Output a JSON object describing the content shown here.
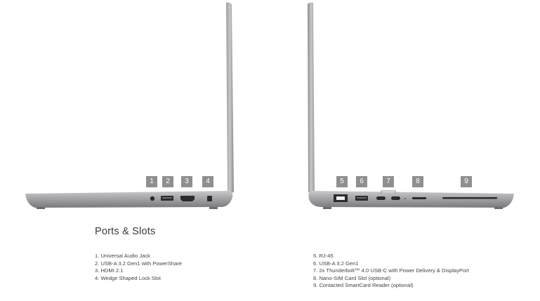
{
  "section_title": "Ports & Slots",
  "left_badges": [
    "1",
    "2",
    "3",
    "4"
  ],
  "right_badges": [
    "5",
    "6",
    "7",
    "8",
    "9"
  ],
  "left_list": [
    "1. Universal Audio Jack",
    "2. USB-A 3.2 Gen1 with PowerShare",
    "3. HDMI 2.1",
    "4. Wedge Shaped Lock Slot"
  ],
  "right_list": [
    "5. RJ-45",
    "6. USB-A 3.2 Gen1",
    "7. 2x Thunderbolt™ 4.0 USB-C with Power Delivery & DisplayPort",
    "8. Nano-SIM Card Slot (optional)",
    "9. Contacted SmartCard Reader (optional)"
  ],
  "colors": {
    "badge": "#8f8f8f",
    "chassis": "#a9a9ab",
    "chassis_dark": "#7d7d80"
  }
}
